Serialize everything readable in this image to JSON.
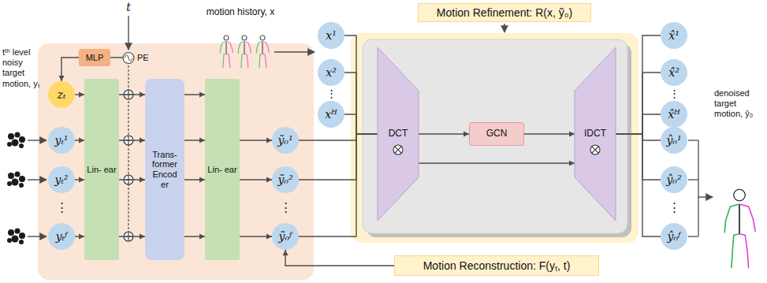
{
  "diagram": {
    "nodes": [
      {
        "text": [
          "MLP"
        ]
      },
      {
        "text": [
          "PE"
        ]
      },
      {
        "text": [
          "zₜ"
        ]
      },
      {
        "text": [
          "yₜ¹"
        ]
      },
      {
        "text": [
          "yₜ²"
        ]
      },
      {
        "text": [
          "yₜᶠ"
        ]
      },
      {
        "text": [
          "Lin- ear"
        ]
      },
      {
        "text": [
          "Trans- former Encod er"
        ]
      },
      {
        "text": [
          "Lin- ear"
        ]
      },
      {
        "text": [
          "ỹ₀¹"
        ]
      },
      {
        "text": [
          "ỹ₀²"
        ]
      },
      {
        "text": [
          "ỹ₀ᶠ"
        ]
      },
      {
        "text": [
          "x¹"
        ]
      },
      {
        "text": [
          "x²"
        ]
      },
      {
        "text": [
          "xᴴ"
        ]
      },
      {
        "text": [
          "Motion Refinement: R(x, ỹ₀)"
        ]
      },
      {
        "text": [
          "DCT"
        ]
      },
      {
        "text": [
          "GCN"
        ]
      },
      {
        "text": [
          "IDCT"
        ]
      },
      {
        "text": [
          "x̂¹"
        ]
      },
      {
        "text": [
          "x̂²"
        ]
      },
      {
        "text": [
          "x̂ᴴ"
        ]
      },
      {
        "text": [
          "ŷ₀¹"
        ]
      },
      {
        "text": [
          "ŷ₀²"
        ]
      },
      {
        "text": [
          "ŷ₀ᶠ"
        ]
      },
      {
        "text": [
          "Motion Reconstruction: F(yₜ, t)"
        ]
      }
    ],
    "edges": [
      {
        "from": 1,
        "to": 0,
        "arrow": "none"
      },
      {
        "from": 0,
        "to": 2,
        "arrow": "to"
      },
      {
        "from": 2,
        "to": 6,
        "arrow": "to"
      },
      {
        "from": 3,
        "to": 6,
        "arrow": "to"
      },
      {
        "from": 4,
        "to": 6,
        "arrow": "to"
      },
      {
        "from": 5,
        "to": 6,
        "arrow": "to"
      },
      {
        "from": 6,
        "to": 7,
        "arrow": "to"
      },
      {
        "from": 7,
        "to": 8,
        "arrow": "to"
      },
      {
        "from": 8,
        "to": 9,
        "arrow": "to"
      },
      {
        "from": 8,
        "to": 10,
        "arrow": "to"
      },
      {
        "from": 8,
        "to": 11,
        "arrow": "to"
      },
      {
        "from": 9,
        "to": 16,
        "arrow": "none"
      },
      {
        "from": 10,
        "to": 16,
        "arrow": "none"
      },
      {
        "from": 11,
        "to": 16,
        "arrow": "none"
      },
      {
        "from": 12,
        "to": 16,
        "arrow": "none"
      },
      {
        "from": 13,
        "to": 16,
        "arrow": "none"
      },
      {
        "from": 14,
        "to": 16,
        "arrow": "none"
      },
      {
        "from": 16,
        "to": 17,
        "arrow": "to"
      },
      {
        "from": 17,
        "to": 18,
        "arrow": "to"
      },
      {
        "from": 16,
        "to": 18,
        "arrow": "to"
      },
      {
        "from": 18,
        "to": 19,
        "arrow": "none"
      },
      {
        "from": 18,
        "to": 20,
        "arrow": "none"
      },
      {
        "from": 18,
        "to": 21,
        "arrow": "none"
      },
      {
        "from": 18,
        "to": 22,
        "arrow": "none"
      },
      {
        "from": 18,
        "to": 23,
        "arrow": "none"
      },
      {
        "from": 18,
        "to": 24,
        "arrow": "none"
      },
      {
        "from": 25,
        "to": 11,
        "arrow": "to"
      }
    ],
    "labels": [
      "t",
      "motion history, x",
      "tᵗʰ level noisy target motion, yₜ",
      "denoised target motion, ŷ₀",
      "⋮",
      "⋮",
      "⋮",
      "⋮",
      "⋮"
    ]
  }
}
